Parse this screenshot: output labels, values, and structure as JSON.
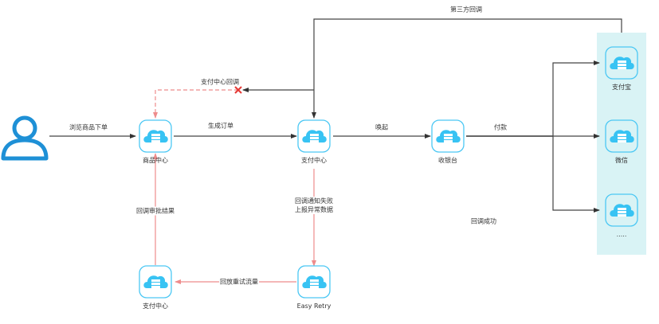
{
  "colors": {
    "node_border": "#4cc8f4",
    "node_icon": "#38c3f3",
    "user_icon": "#1e90d6",
    "flow_line": "#444444",
    "callback_line": "#ee8c8c",
    "fail_mark": "#e53935",
    "group_bg": "#d9f3f5"
  },
  "actors": {
    "user": {
      "icon": "user-icon"
    }
  },
  "nodes": {
    "goods_center": {
      "label": "商品中心",
      "icon": "cloud-server-icon"
    },
    "payment_center": {
      "label": "支付中心",
      "icon": "cloud-server-icon"
    },
    "cashier": {
      "label": "收银台",
      "icon": "cloud-server-icon"
    },
    "alipay": {
      "label": "支付宝",
      "icon": "cloud-server-icon"
    },
    "wechat": {
      "label": "微信",
      "icon": "cloud-server-icon"
    },
    "others": {
      "label": ".....",
      "icon": "cloud-server-icon"
    },
    "payment_center_retry": {
      "label": "支付中心",
      "icon": "cloud-server-icon"
    },
    "easy_retry": {
      "label": "Easy Retry",
      "icon": "cloud-server-icon"
    }
  },
  "edges": {
    "browse_order": "浏览商品下单",
    "create_order": "生成订单",
    "invoke": "唤起",
    "pay": "付款",
    "third_party_callback": "第三方回调",
    "payment_callback": "支付中心回调",
    "callback_fail_line1": "回调通知失败",
    "callback_fail_line2": "上报异常数据",
    "replay_retry": "回放重试流量",
    "callback_review": "回调审批结果",
    "callback_success": "回调成功"
  }
}
